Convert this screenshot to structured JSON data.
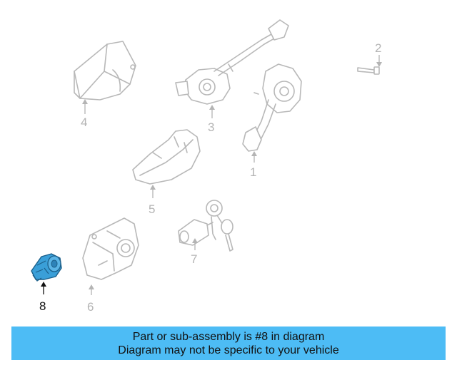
{
  "diagram": {
    "callouts": [
      "1",
      "2",
      "3",
      "4",
      "5",
      "6",
      "7",
      "8"
    ],
    "highlighted_part": "8",
    "highlight_color": "#3a9fd8"
  },
  "banner": {
    "line1": "Part or sub-assembly is #8 in diagram",
    "line2": "Diagram may not be specific to your vehicle",
    "background": "#4dbcf5"
  }
}
